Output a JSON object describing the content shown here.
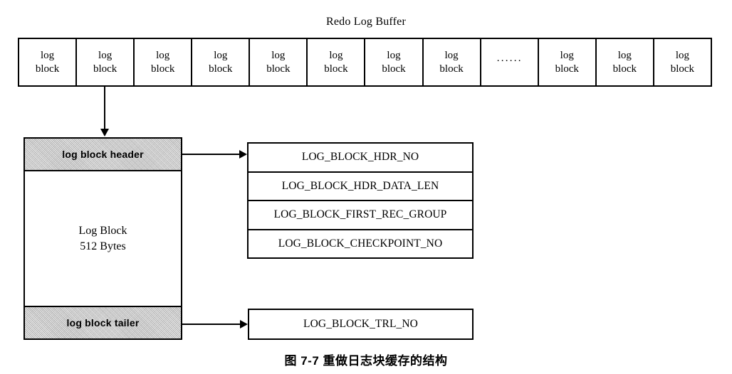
{
  "figure": {
    "title": "Redo Log Buffer",
    "caption": "图 7-7   重做日志块缓存的结构"
  },
  "buffer": {
    "cells": [
      {
        "line1": "log",
        "line2": "block"
      },
      {
        "line1": "log",
        "line2": "block"
      },
      {
        "line1": "log",
        "line2": "block"
      },
      {
        "line1": "log",
        "line2": "block"
      },
      {
        "line1": "log",
        "line2": "block"
      },
      {
        "line1": "log",
        "line2": "block"
      },
      {
        "line1": "log",
        "line2": "block"
      },
      {
        "line1": "log",
        "line2": "block"
      },
      {
        "line1": "······",
        "line2": ""
      },
      {
        "line1": "log",
        "line2": "block"
      },
      {
        "line1": "log",
        "line2": "block"
      },
      {
        "line1": "log",
        "line2": "block"
      }
    ]
  },
  "log_block": {
    "header_label": "log block header",
    "body_line1": "Log Block",
    "body_line2": "512 Bytes",
    "tailer_label": "log block tailer"
  },
  "header_fields": [
    "LOG_BLOCK_HDR_NO",
    "LOG_BLOCK_HDR_DATA_LEN",
    "LOG_BLOCK_FIRST_REC_GROUP",
    "LOG_BLOCK_CHECKPOINT_NO"
  ],
  "tailer_field": "LOG_BLOCK_TRL_NO",
  "colors": {
    "band_gray": "#c9c9c9",
    "stroke": "#000000",
    "background": "#ffffff"
  }
}
